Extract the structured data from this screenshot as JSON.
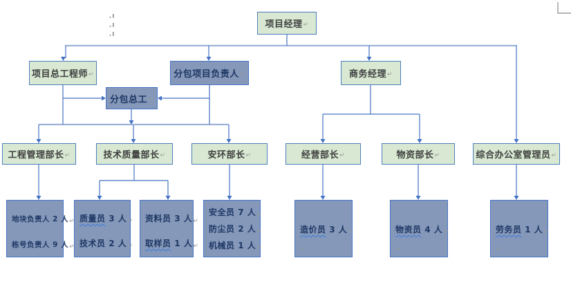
{
  "nodes": {
    "project_manager": "项目经理",
    "chief_engineer": "项目总工程师",
    "subcontract_pm": "分包项目负责人",
    "business_manager": "商务经理",
    "subcontract_chief": "分包总工",
    "eng_mgmt_head": "工程管理部长",
    "tech_quality_head": "技术质量部长",
    "safety_env_head": "安环部长",
    "operation_head": "经营部长",
    "material_head": "物资部长",
    "office_admin": "综合办公室管理员"
  },
  "staff": [
    {
      "id": "plot",
      "lines": [
        {
          "term": "地块负责人",
          "rest": " 2 人",
          "wavy": false
        },
        {
          "term": "栋号负责人",
          "rest": " 9 人",
          "wavy": false
        }
      ]
    },
    {
      "id": "quality",
      "lines": [
        {
          "term": "质量员",
          "rest": " 3 人",
          "wavy": true
        },
        {
          "term": "技术员",
          "rest": " 2 人",
          "wavy": false
        }
      ]
    },
    {
      "id": "documents",
      "lines": [
        {
          "term": "资料员",
          "rest": " 3 人",
          "wavy": false
        },
        {
          "term": "取样员",
          "rest": " 1 人",
          "wavy": true
        }
      ]
    },
    {
      "id": "safety",
      "lines": [
        {
          "term": "安全员",
          "rest": " 7 人",
          "wavy": false
        },
        {
          "term": "防尘员",
          "rest": " 2 人",
          "wavy": false
        },
        {
          "term": "机械员",
          "rest": " 1 人",
          "wavy": false
        }
      ]
    },
    {
      "id": "cost",
      "lines": [
        {
          "term": "造价员",
          "rest": " 3 人",
          "wavy": true
        }
      ]
    },
    {
      "id": "material",
      "lines": [
        {
          "term": "物资员",
          "rest": " 4 人",
          "wavy": true
        }
      ]
    },
    {
      "id": "labor",
      "lines": [
        {
          "term": "劳务员",
          "rest": " 1 人",
          "wavy": true
        }
      ]
    }
  ],
  "marks": {
    "pilcrow": "↵"
  },
  "colors": {
    "green_fill": "#d8e8d2",
    "green_border": "#4a7ebb",
    "slate_fill": "#8598ba",
    "slate_border": "#4472c4",
    "slate_text": "#1f3864",
    "connector": "#4472c4",
    "connector_light": "#9db3d8",
    "squiggle": "#3a7ad9"
  }
}
